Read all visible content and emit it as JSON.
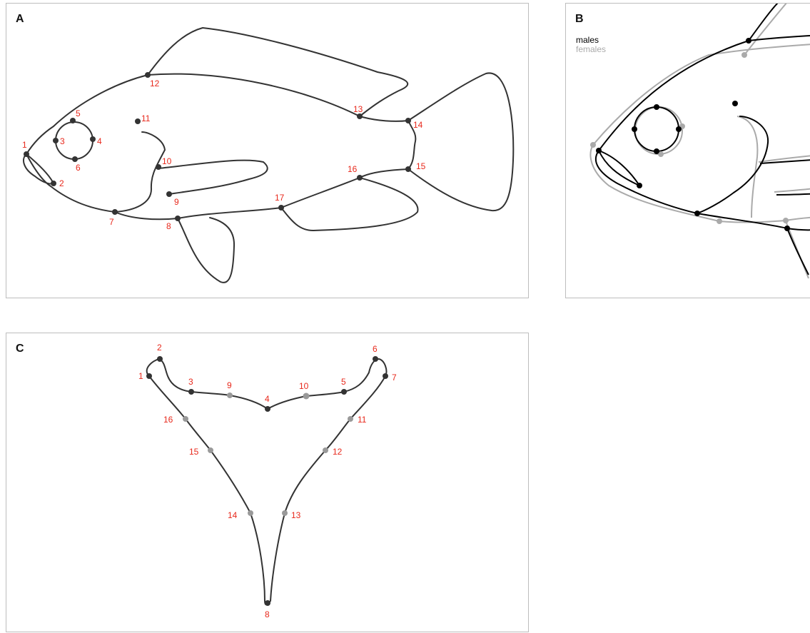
{
  "colors": {
    "outline": "#333333",
    "label": "#e8291c",
    "landmark": "#333333",
    "semilandmark": "#999999",
    "male": "#000000",
    "female": "#aaaaaa"
  },
  "panel_a": {
    "letter": "A",
    "landmark_labels": [
      "1",
      "2",
      "3",
      "4",
      "5",
      "6",
      "7",
      "8",
      "9",
      "10",
      "11",
      "12",
      "13",
      "14",
      "15",
      "16",
      "17"
    ]
  },
  "panel_b": {
    "letter": "B",
    "legend": {
      "male": "males",
      "female": "females"
    }
  },
  "panel_c": {
    "letter": "C",
    "landmark_labels": [
      "1",
      "2",
      "3",
      "4",
      "5",
      "6",
      "7",
      "8",
      "9",
      "10",
      "11",
      "12",
      "13",
      "14",
      "15",
      "16"
    ],
    "landmark_types": [
      "fixed",
      "fixed",
      "fixed",
      "fixed",
      "fixed",
      "fixed",
      "fixed",
      "fixed",
      "semi",
      "semi",
      "semi",
      "semi",
      "semi",
      "semi",
      "semi",
      "semi"
    ]
  }
}
